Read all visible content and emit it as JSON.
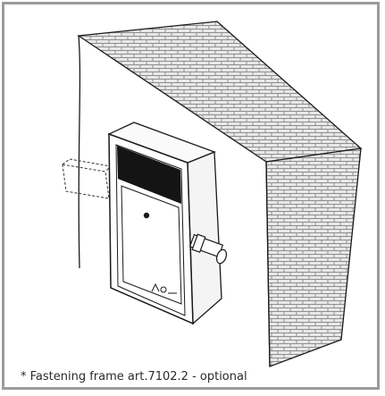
{
  "caption": "* Fastening frame art.7102.2 - optional",
  "colors": {
    "border": "#9b9b9b",
    "line": "#1a1a1a",
    "brick_mortar": "#9c9c9c",
    "brick_face": "#e6e6e6"
  },
  "icons": {
    "wall": "brick-wall-illustration",
    "box": "wall-mounted-enclosure",
    "pipe": "side-pipe-connector",
    "bracket": "optional-fastening-frame-dashed",
    "logo": "manufacturer-logo-mark"
  }
}
